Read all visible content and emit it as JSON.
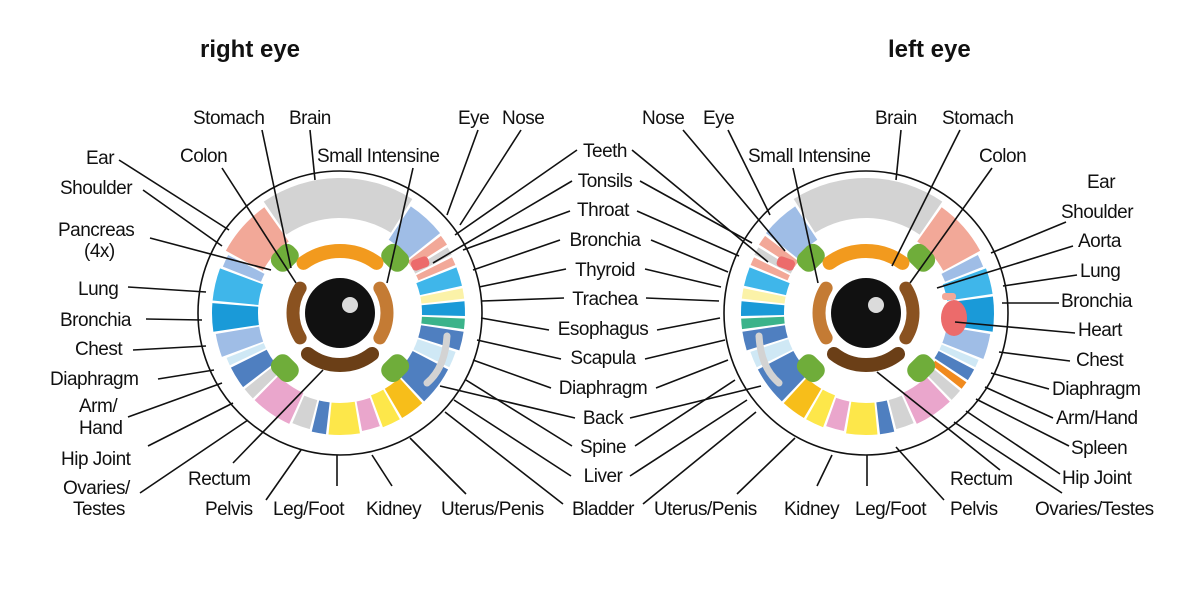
{
  "titles": {
    "right": "right eye",
    "left": "left eye"
  },
  "colors": {
    "gray": "#d3d3d3",
    "salmon": "#f2a898",
    "lightBlue": "#9fbde6",
    "skyBlue": "#3fb6ea",
    "blue": "#1a9ad8",
    "paleBlue": "#cfe8f5",
    "steelBlue": "#4f7fc0",
    "pink": "#eaa6cc",
    "yellow": "#fde74a",
    "gold": "#f7be1a",
    "green": "#6fad3a",
    "orange": "#f29a1e",
    "brownLight": "#c47b34",
    "brownDark": "#6b3f17",
    "red": "#ec6b6b",
    "cream": "#fbf2a8",
    "teal": "#3bb38a",
    "orangeBright": "#f08a1e"
  },
  "right_eye": {
    "labels": {
      "stomach": "Stomach",
      "brain": "Brain",
      "colon": "Colon",
      "small_intestine": "Small Intensine",
      "eye": "Eye",
      "nose": "Nose",
      "ear": "Ear",
      "shoulder": "Shoulder",
      "pancreas": "Pancreas",
      "pancreas_note": "(4x)",
      "lung": "Lung",
      "bronchia": "Bronchia",
      "chest": "Chest",
      "diaphragm": "Diaphragm",
      "arm": "Arm/",
      "hand": "Hand",
      "hip_joint": "Hip Joint",
      "ovaries": "Ovaries/",
      "testes": "Testes",
      "rectum": "Rectum",
      "pelvis": "Pelvis",
      "leg_foot": "Leg/Foot",
      "kidney": "Kidney",
      "uterus_penis": "Uterus/Penis"
    }
  },
  "center_labels": {
    "teeth": "Teeth",
    "tonsils": "Tonsils",
    "throat": "Throat",
    "bronchia": "Bronchia",
    "thyroid": "Thyroid",
    "trachea": "Trachea",
    "esophagus": "Esophagus",
    "scapula": "Scapula",
    "diaphragm": "Diaphragm",
    "back": "Back",
    "spine": "Spine",
    "liver": "Liver",
    "bladder": "Bladder"
  },
  "left_eye": {
    "labels": {
      "nose": "Nose",
      "eye": "Eye",
      "brain": "Brain",
      "stomach": "Stomach",
      "small_intestine": "Small Intensine",
      "colon": "Colon",
      "ear": "Ear",
      "shoulder": "Shoulder",
      "aorta": "Aorta",
      "lung": "Lung",
      "bronchia": "Bronchia",
      "heart": "Heart",
      "chest": "Chest",
      "diaphragm": "Diaphragm",
      "arm_hand": "Arm/Hand",
      "spleen": "Spleen",
      "hip_joint": "Hip Joint",
      "ovaries_testes": "Ovaries/Testes",
      "rectum": "Rectum",
      "pelvis": "Pelvis",
      "leg_foot": "Leg/Foot",
      "kidney": "Kidney",
      "uterus_penis": "Uterus/Penis"
    }
  }
}
